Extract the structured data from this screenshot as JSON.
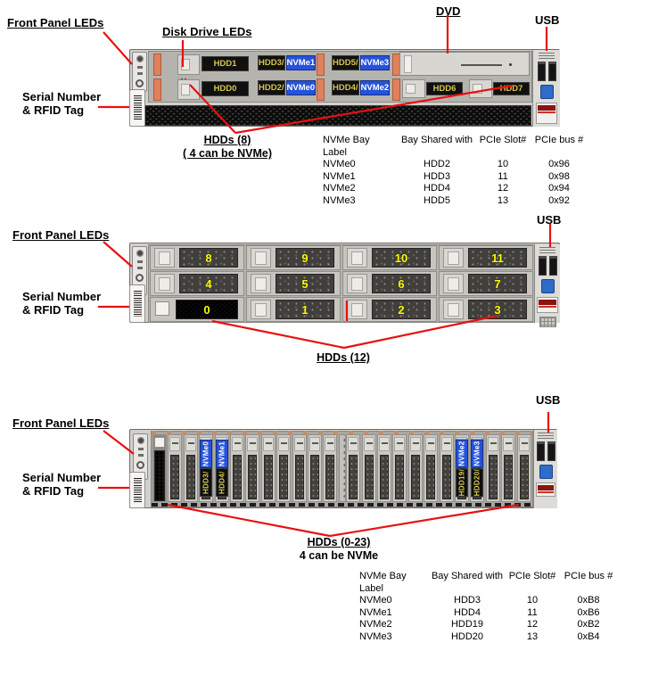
{
  "colors": {
    "callout_line_red": "#e81010",
    "nvme_label_blue": "#2452dc",
    "hdd_label_yellow": "#d5c74c",
    "drive_number_yellow": "#fcfc00",
    "chassis_gray": "#d2d0cb",
    "led_strip_orange": "#df815c"
  },
  "top_section": {
    "labels": {
      "front_panel_leds": "Front Panel LEDs",
      "disk_drive_leds": "Disk Drive LEDs",
      "dvd": "DVD",
      "usb": "USB",
      "serial_line1": "Serial Number",
      "serial_line2": "& RFID Tag",
      "caption_line1": "HDDs (8)",
      "caption_line2": "( 4 can be NVMe)"
    },
    "drives_row1": [
      {
        "hdd": "HDD1",
        "nvme": ""
      },
      {
        "hdd": "HDD3/",
        "nvme": "NVMe1"
      },
      {
        "hdd": "HDD5/",
        "nvme": "NVMe3"
      }
    ],
    "drives_row2": [
      {
        "hdd": "HDD0",
        "nvme": ""
      },
      {
        "hdd": "HDD2/",
        "nvme": "NVMe0"
      },
      {
        "hdd": "HDD4/",
        "nvme": "NVMe2"
      },
      {
        "hdd": "HDD6",
        "nvme": ""
      },
      {
        "hdd": "HDD7",
        "nvme": ""
      }
    ],
    "table": {
      "headers": [
        "NVMe Bay Label",
        "Bay Shared with",
        "PCIe Slot#",
        "PCIe bus #"
      ],
      "rows": [
        [
          "NVMe0",
          "HDD2",
          "10",
          "0x96"
        ],
        [
          "NVMe1",
          "HDD3",
          "11",
          "0x98"
        ],
        [
          "NVMe2",
          "HDD4",
          "12",
          "0x94"
        ],
        [
          "NVMe3",
          "HDD5",
          "13",
          "0x92"
        ]
      ]
    }
  },
  "middle_section": {
    "labels": {
      "front_panel_leds": "Front Panel LEDs",
      "usb": "USB",
      "serial_line1": "Serial Number",
      "serial_line2": "& RFID Tag",
      "caption": "HDDs (12)"
    },
    "drive_numbers": [
      [
        "8",
        "9",
        "10",
        "11"
      ],
      [
        "4",
        "5",
        "6",
        "7"
      ],
      [
        "0",
        "1",
        "2",
        "3"
      ]
    ]
  },
  "bottom_section": {
    "labels": {
      "front_panel_leds": "Front Panel LEDs",
      "usb": "USB",
      "serial_line1": "Serial Number",
      "serial_line2": "& RFID Tag",
      "caption_line1": "HDDs (0-23)",
      "caption_line2": "4 can be NVMe"
    },
    "nvme_drives": [
      {
        "hdd": "HDD3/",
        "nvme": "NVMe0"
      },
      {
        "hdd": "HDD4/",
        "nvme": "NVMe1"
      },
      {
        "hdd": "HDD19/",
        "nvme": "NVMe2"
      },
      {
        "hdd": "HDD20/",
        "nvme": "NVMe3"
      }
    ],
    "table": {
      "headers": [
        "NVMe Bay Label",
        "Bay Shared with",
        "PCIe Slot#",
        "PCIe bus #"
      ],
      "rows": [
        [
          "NVMe0",
          "HDD3",
          "10",
          "0xB8"
        ],
        [
          "NVMe1",
          "HDD4",
          "11",
          "0xB6"
        ],
        [
          "NVMe2",
          "HDD19",
          "12",
          "0xB2"
        ],
        [
          "NVMe3",
          "HDD20",
          "13",
          "0xB4"
        ]
      ]
    }
  }
}
